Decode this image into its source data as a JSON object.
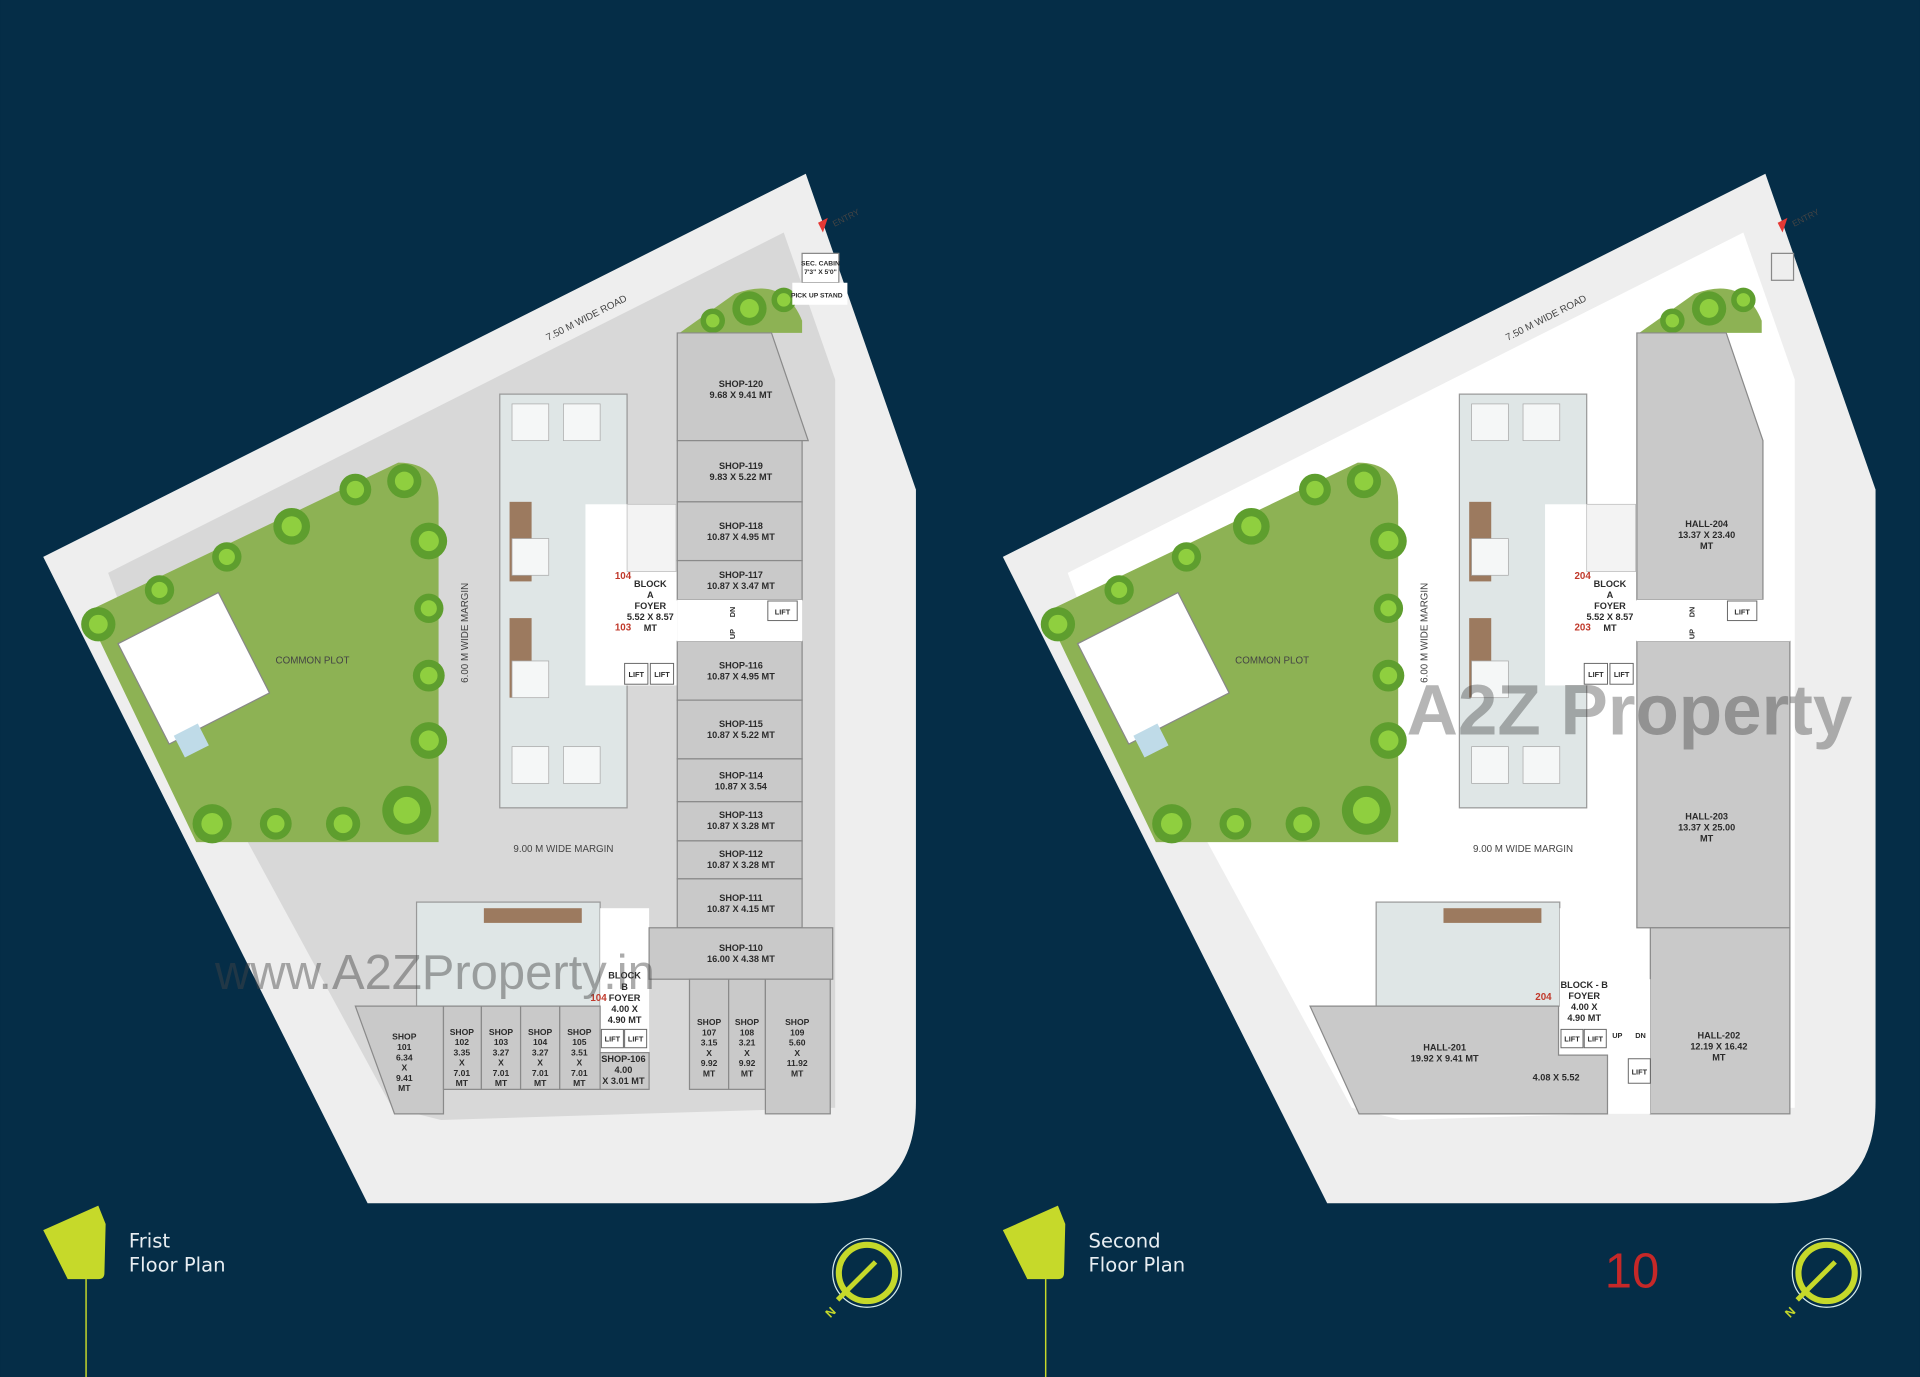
{
  "colors": {
    "background": "#052d47",
    "accent": "#c6d92a",
    "garden": "#8db254",
    "room": "#c9c9c9",
    "unit_number": "#c0392b"
  },
  "page_number": "10",
  "plans": [
    {
      "title_line1": "Frist",
      "title_line2": "Floor Plan",
      "road": "7.50 M WIDE ROAD",
      "side_margin": "6.00 M WIDE MARGIN",
      "front_margin": "9.00 M WIDE MARGIN",
      "common_plot": "COMMON PLOT",
      "entry": "ENTRY",
      "sec_cabin": [
        "SEC. CABIN",
        "7'3\" X 5'0\""
      ],
      "pickup": "PICK UP STAND",
      "watermark": "www.A2ZProperty.in",
      "foyer_a": [
        "BLOCK",
        "A",
        "FOYER",
        "5.52 X 8.57",
        "MT"
      ],
      "foyer_a_units": [
        "104",
        "103"
      ],
      "foyer_b": [
        "BLOCK",
        "B",
        "FOYER",
        "4.00 X",
        "4.90 MT"
      ],
      "foyer_b_unit": "104",
      "lift": "LIFT",
      "up": "UP",
      "dn": "DN",
      "rooms": [
        {
          "lines": [
            "SHOP-120",
            "9.68 X 9.41 MT"
          ]
        },
        {
          "lines": [
            "SHOP-119",
            "9.83 X 5.22 MT"
          ]
        },
        {
          "lines": [
            "SHOP-118",
            "10.87 X 4.95 MT"
          ]
        },
        {
          "lines": [
            "SHOP-117",
            "10.87 X 3.47 MT"
          ]
        },
        {
          "lines": [
            "SHOP-116",
            "10.87 X 4.95 MT"
          ]
        },
        {
          "lines": [
            "SHOP-115",
            "10.87 X 5.22 MT"
          ]
        },
        {
          "lines": [
            "SHOP-114",
            "10.87 X 3.54"
          ]
        },
        {
          "lines": [
            "SHOP-113",
            "10.87 X 3.28 MT"
          ]
        },
        {
          "lines": [
            "SHOP-112",
            "10.87 X 3.28 MT"
          ]
        },
        {
          "lines": [
            "SHOP-111",
            "10.87 X 4.15 MT"
          ]
        },
        {
          "lines": [
            "SHOP-110",
            "16.00 X 4.38 MT"
          ]
        },
        {
          "lines": [
            "SHOP",
            "101",
            "6.34",
            "X",
            "9.41",
            "MT"
          ]
        },
        {
          "lines": [
            "SHOP",
            "102",
            "3.35",
            "X",
            "7.01",
            "MT"
          ]
        },
        {
          "lines": [
            "SHOP",
            "103",
            "3.27",
            "X",
            "7.01",
            "MT"
          ]
        },
        {
          "lines": [
            "SHOP",
            "104",
            "3.27",
            "X",
            "7.01",
            "MT"
          ]
        },
        {
          "lines": [
            "SHOP",
            "105",
            "3.51",
            "X",
            "7.01",
            "MT"
          ]
        },
        {
          "lines": [
            "SHOP-106",
            "4.00",
            "X 3.01 MT"
          ]
        },
        {
          "lines": [
            "SHOP",
            "107",
            "3.15",
            "X",
            "9.92",
            "MT"
          ]
        },
        {
          "lines": [
            "SHOP",
            "108",
            "3.21",
            "X",
            "9.92",
            "MT"
          ]
        },
        {
          "lines": [
            "SHOP",
            "109",
            "5.60",
            "X",
            "11.92",
            "MT"
          ]
        }
      ]
    },
    {
      "title_line1": "Second",
      "title_line2": "Floor Plan",
      "road": "7.50 M WIDE ROAD",
      "side_margin": "6.00 M WIDE MARGIN",
      "front_margin": "9.00 M WIDE MARGIN",
      "common_plot": "COMMON PLOT",
      "entry": "ENTRY",
      "watermark": "A2Z Property",
      "foyer_a": [
        "BLOCK",
        "A",
        "FOYER",
        "5.52 X 8.57",
        "MT"
      ],
      "foyer_a_units": [
        "204",
        "203"
      ],
      "foyer_b": [
        "BLOCK - B",
        "FOYER",
        "4.00 X",
        "4.90 MT"
      ],
      "foyer_b_unit": "204",
      "lift": "LIFT",
      "up": "UP",
      "dn": "DN",
      "rooms": [
        {
          "lines": [
            "HALL-204",
            "13.37 X 23.40",
            "MT"
          ]
        },
        {
          "lines": [
            "HALL-203",
            "13.37 X 25.00",
            "MT"
          ]
        },
        {
          "lines": [
            "HALL-202",
            "12.19 X 16.42",
            "MT"
          ]
        },
        {
          "lines": [
            "HALL-201",
            "19.92 X 9.41 MT"
          ]
        },
        {
          "lines": [
            "4.08 X 5.52"
          ]
        }
      ]
    }
  ]
}
